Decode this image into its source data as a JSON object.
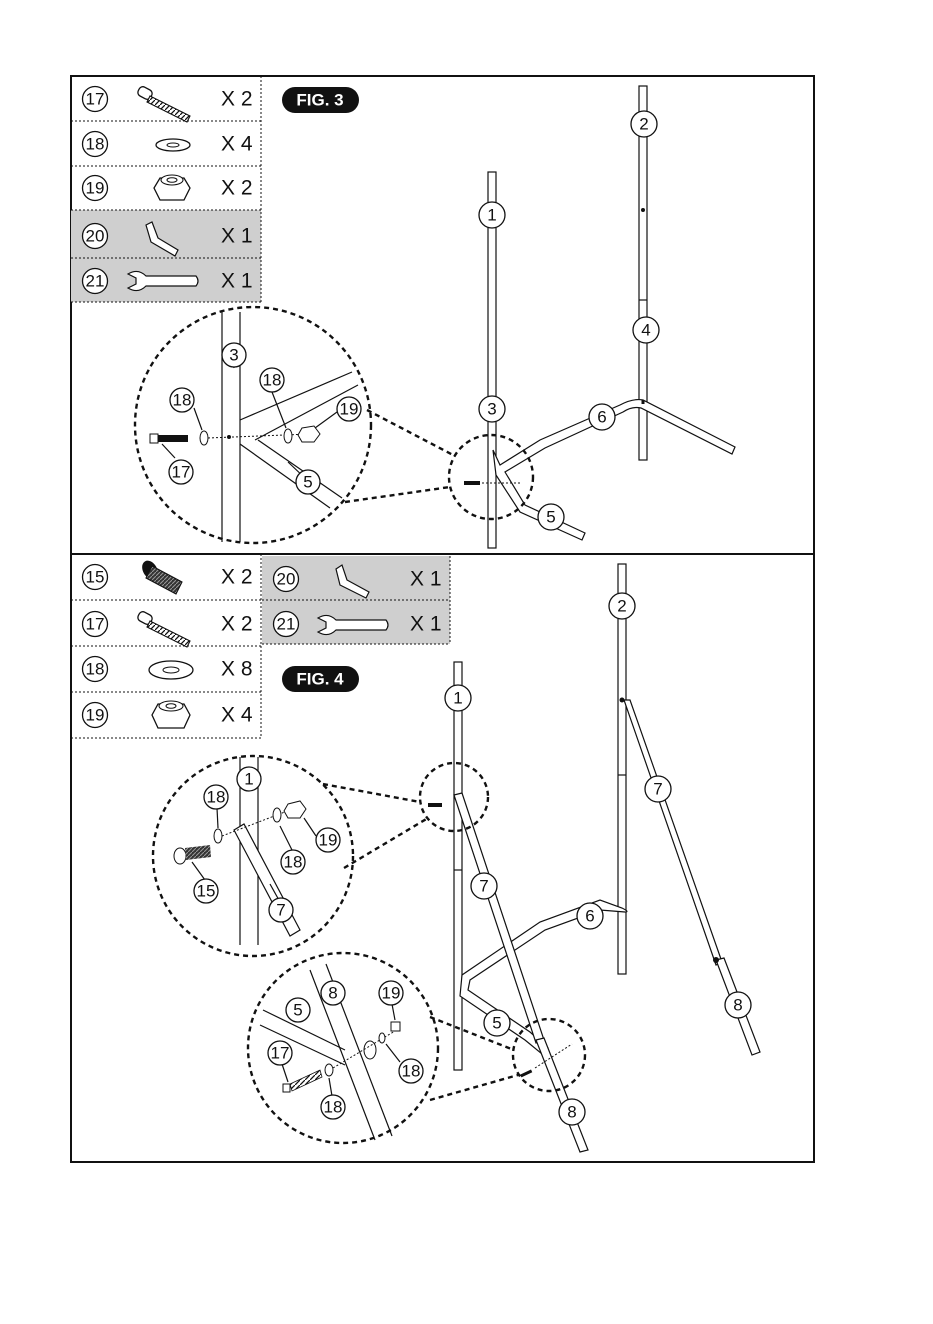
{
  "fig3": {
    "title": "FIG. 3",
    "parts": [
      {
        "num": "17",
        "qty": "X 2",
        "icon": "bolt-long-icon",
        "shaded": false
      },
      {
        "num": "18",
        "qty": "X 4",
        "icon": "washer-icon",
        "shaded": false
      },
      {
        "num": "19",
        "qty": "X 2",
        "icon": "lock-nut-icon",
        "shaded": false
      },
      {
        "num": "20",
        "qty": "X 1",
        "icon": "allen-key-icon",
        "shaded": true
      },
      {
        "num": "21",
        "qty": "X 1",
        "icon": "wrench-icon",
        "shaded": true
      }
    ],
    "callouts": {
      "p1": "1",
      "p2": "2",
      "p3": "3",
      "p4": "4",
      "p5": "5",
      "p6": "6"
    },
    "detail": {
      "d3": "3",
      "d18a": "18",
      "d18b": "18",
      "d19": "19",
      "d17": "17",
      "d5": "5"
    }
  },
  "fig4": {
    "title": "FIG. 4",
    "parts_left": [
      {
        "num": "15",
        "qty": "X 2",
        "icon": "bolt-short-icon",
        "shaded": false
      },
      {
        "num": "17",
        "qty": "X 2",
        "icon": "bolt-long-icon",
        "shaded": false
      },
      {
        "num": "18",
        "qty": "X 8",
        "icon": "washer-icon",
        "shaded": false
      },
      {
        "num": "19",
        "qty": "X 4",
        "icon": "lock-nut-icon",
        "shaded": false
      }
    ],
    "parts_right": [
      {
        "num": "20",
        "qty": "X 1",
        "icon": "allen-key-icon",
        "shaded": true
      },
      {
        "num": "21",
        "qty": "X 1",
        "icon": "wrench-icon",
        "shaded": true
      }
    ],
    "callouts": {
      "p1": "1",
      "p2": "2",
      "p5": "5",
      "p6": "6",
      "p7a": "7",
      "p7b": "7",
      "p8a": "8",
      "p8b": "8"
    },
    "detail_top": {
      "d1": "1",
      "d18a": "18",
      "d18b": "18",
      "d19": "19",
      "d15": "15",
      "d7": "7"
    },
    "detail_bottom": {
      "d8": "8",
      "d5": "5",
      "d19": "19",
      "d18a": "18",
      "d17": "17",
      "d18b": "18"
    }
  }
}
